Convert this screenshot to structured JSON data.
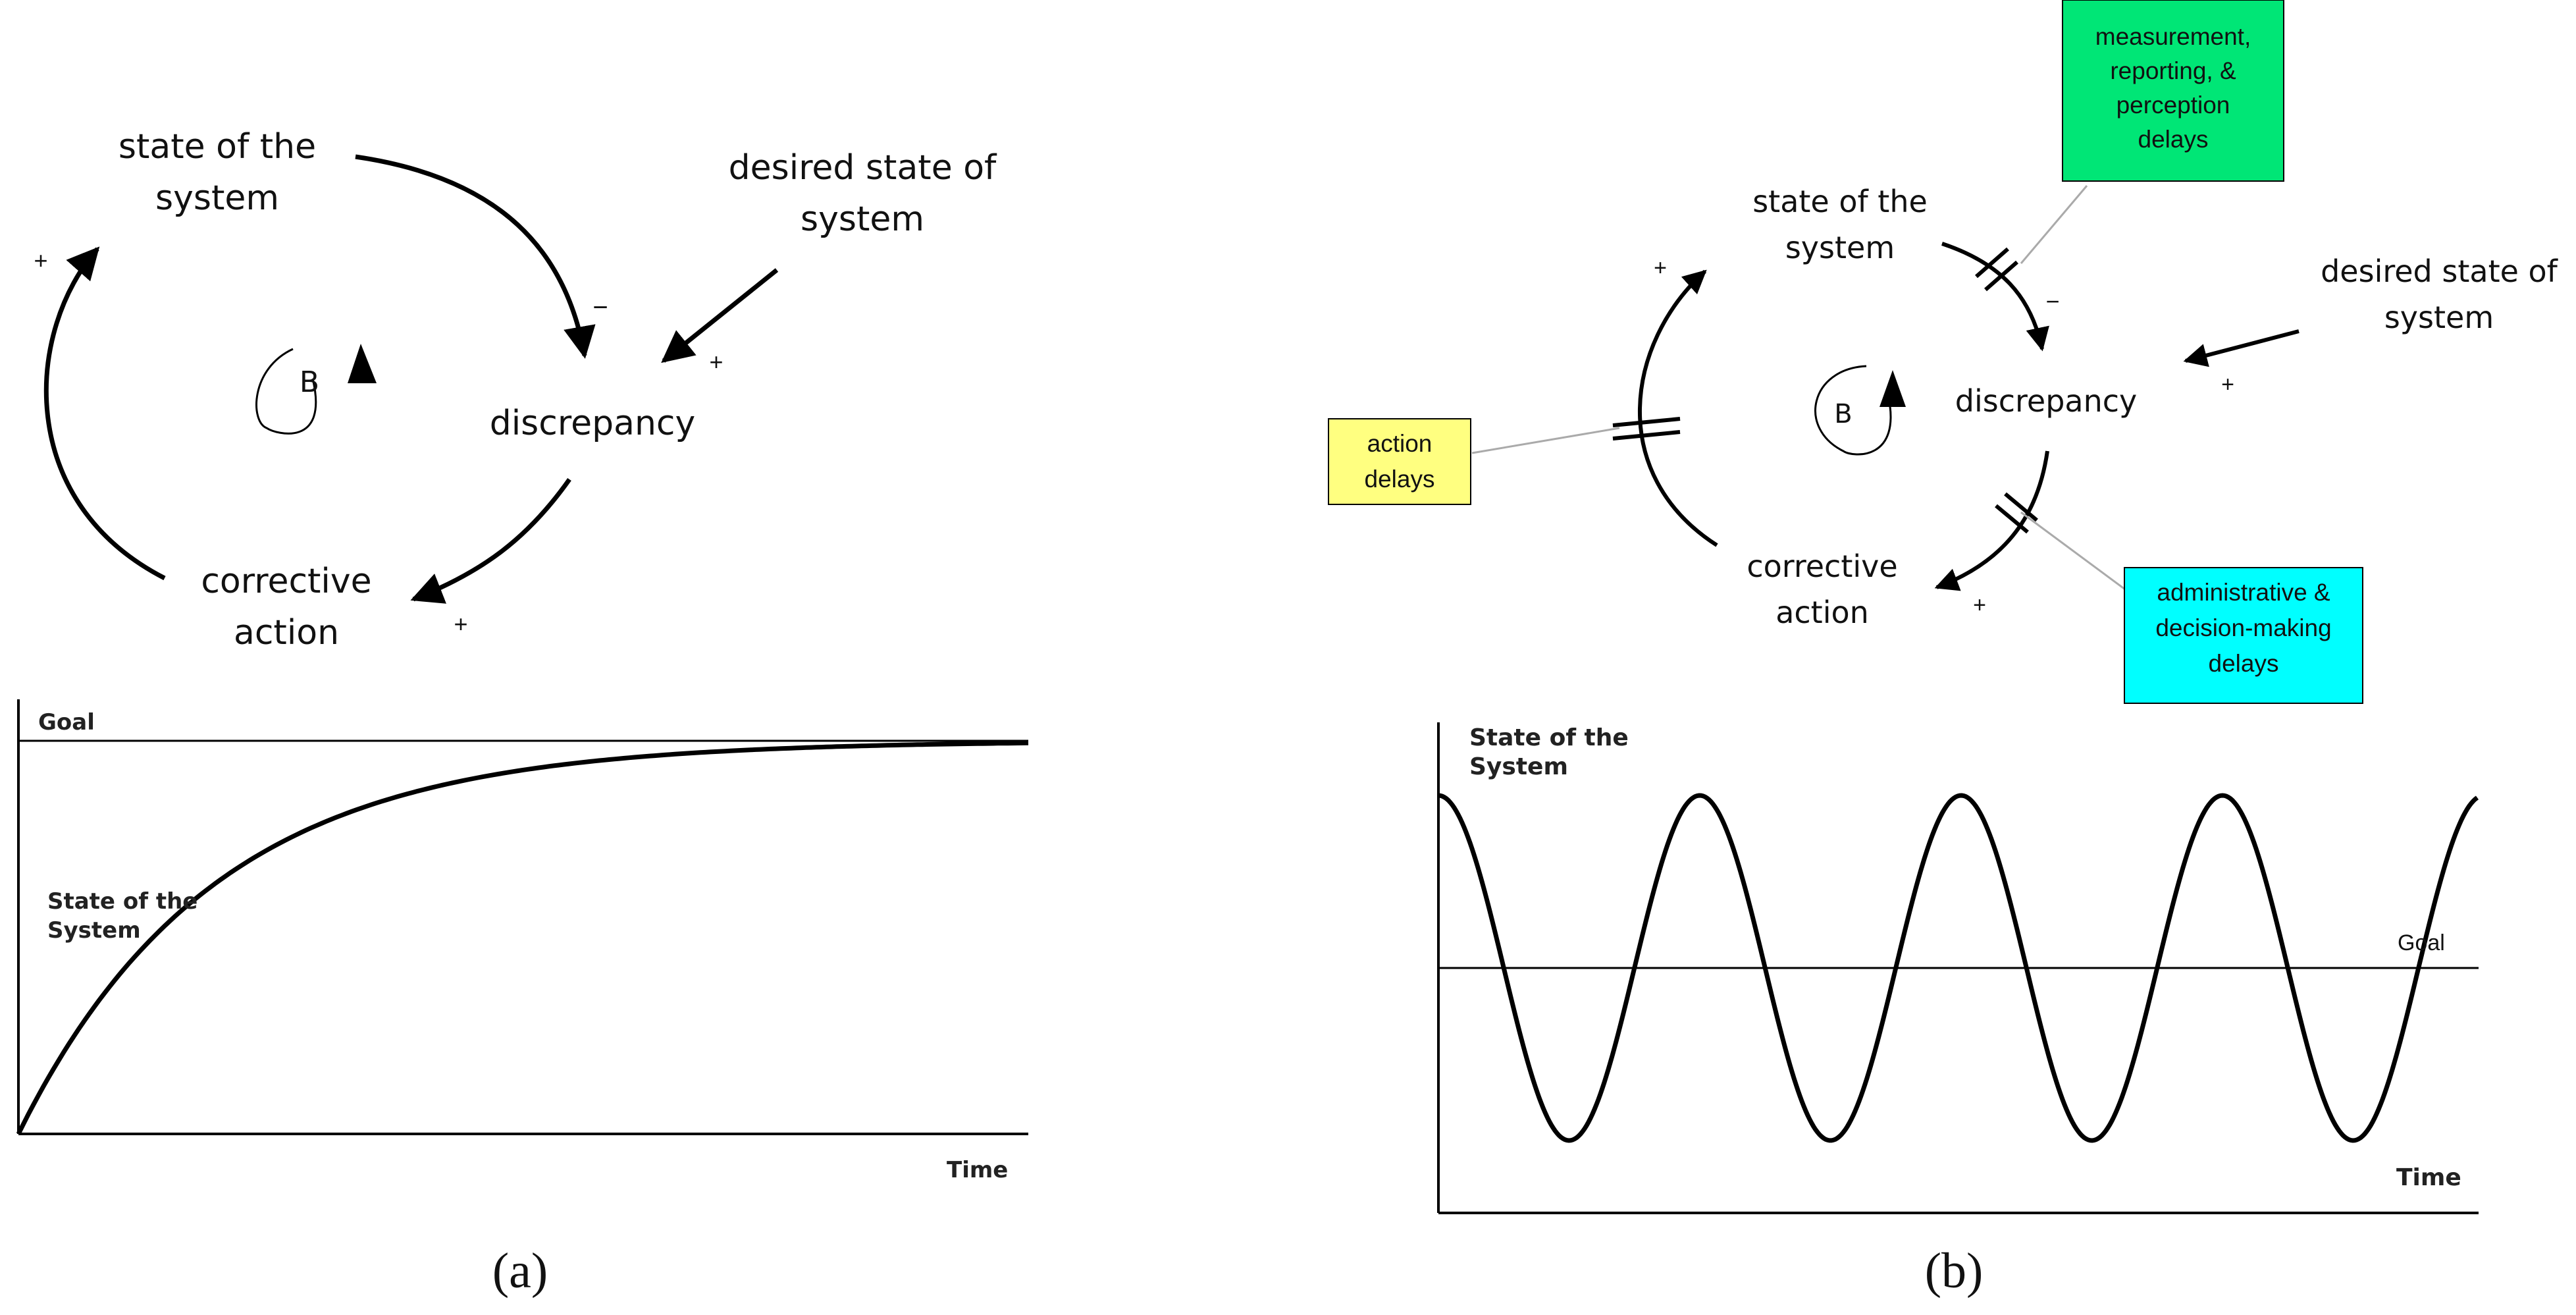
{
  "panel_a": {
    "loop": {
      "state_line1": "state of the",
      "state_line2": "system",
      "desired_line1": "desired state of",
      "desired_line2": "system",
      "discrepancy": "discrepancy",
      "corrective_line1": "corrective",
      "corrective_line2": "action",
      "loop_letter": "B",
      "polarity_state_to_discrepancy": "−",
      "polarity_desired_to_discrepancy": "+",
      "polarity_discrepancy_to_action": "+",
      "polarity_action_to_state": "+"
    },
    "graph": {
      "goal_label": "Goal",
      "series_label_line1": "State of the",
      "series_label_line2": "System",
      "xlabel": "Time"
    },
    "caption": "(a)"
  },
  "panel_b": {
    "loop": {
      "state_line1": "state of the",
      "state_line2": "system",
      "desired_line1": "desired state of",
      "desired_line2": "system",
      "discrepancy": "discrepancy",
      "corrective_line1": "corrective",
      "corrective_line2": "action",
      "loop_letter": "B",
      "polarity_state_to_discrepancy": "−",
      "polarity_desired_to_discrepancy": "+",
      "polarity_discrepancy_to_action": "+",
      "polarity_action_to_state": "+"
    },
    "notes": {
      "measurement": [
        "measurement,",
        "reporting, &",
        "perception",
        "delays"
      ],
      "action": [
        "action",
        "delays"
      ],
      "administrative": [
        "administrative &",
        "decision-making",
        "delays"
      ]
    },
    "note_colors": {
      "measurement": "#00e676",
      "action": "#ffff80",
      "administrative": "#00ffff"
    },
    "graph": {
      "ylabel_line1": "State of the",
      "ylabel_line2": "System",
      "goal_label": "Goal",
      "xlabel": "Time"
    },
    "caption": "(b)"
  }
}
